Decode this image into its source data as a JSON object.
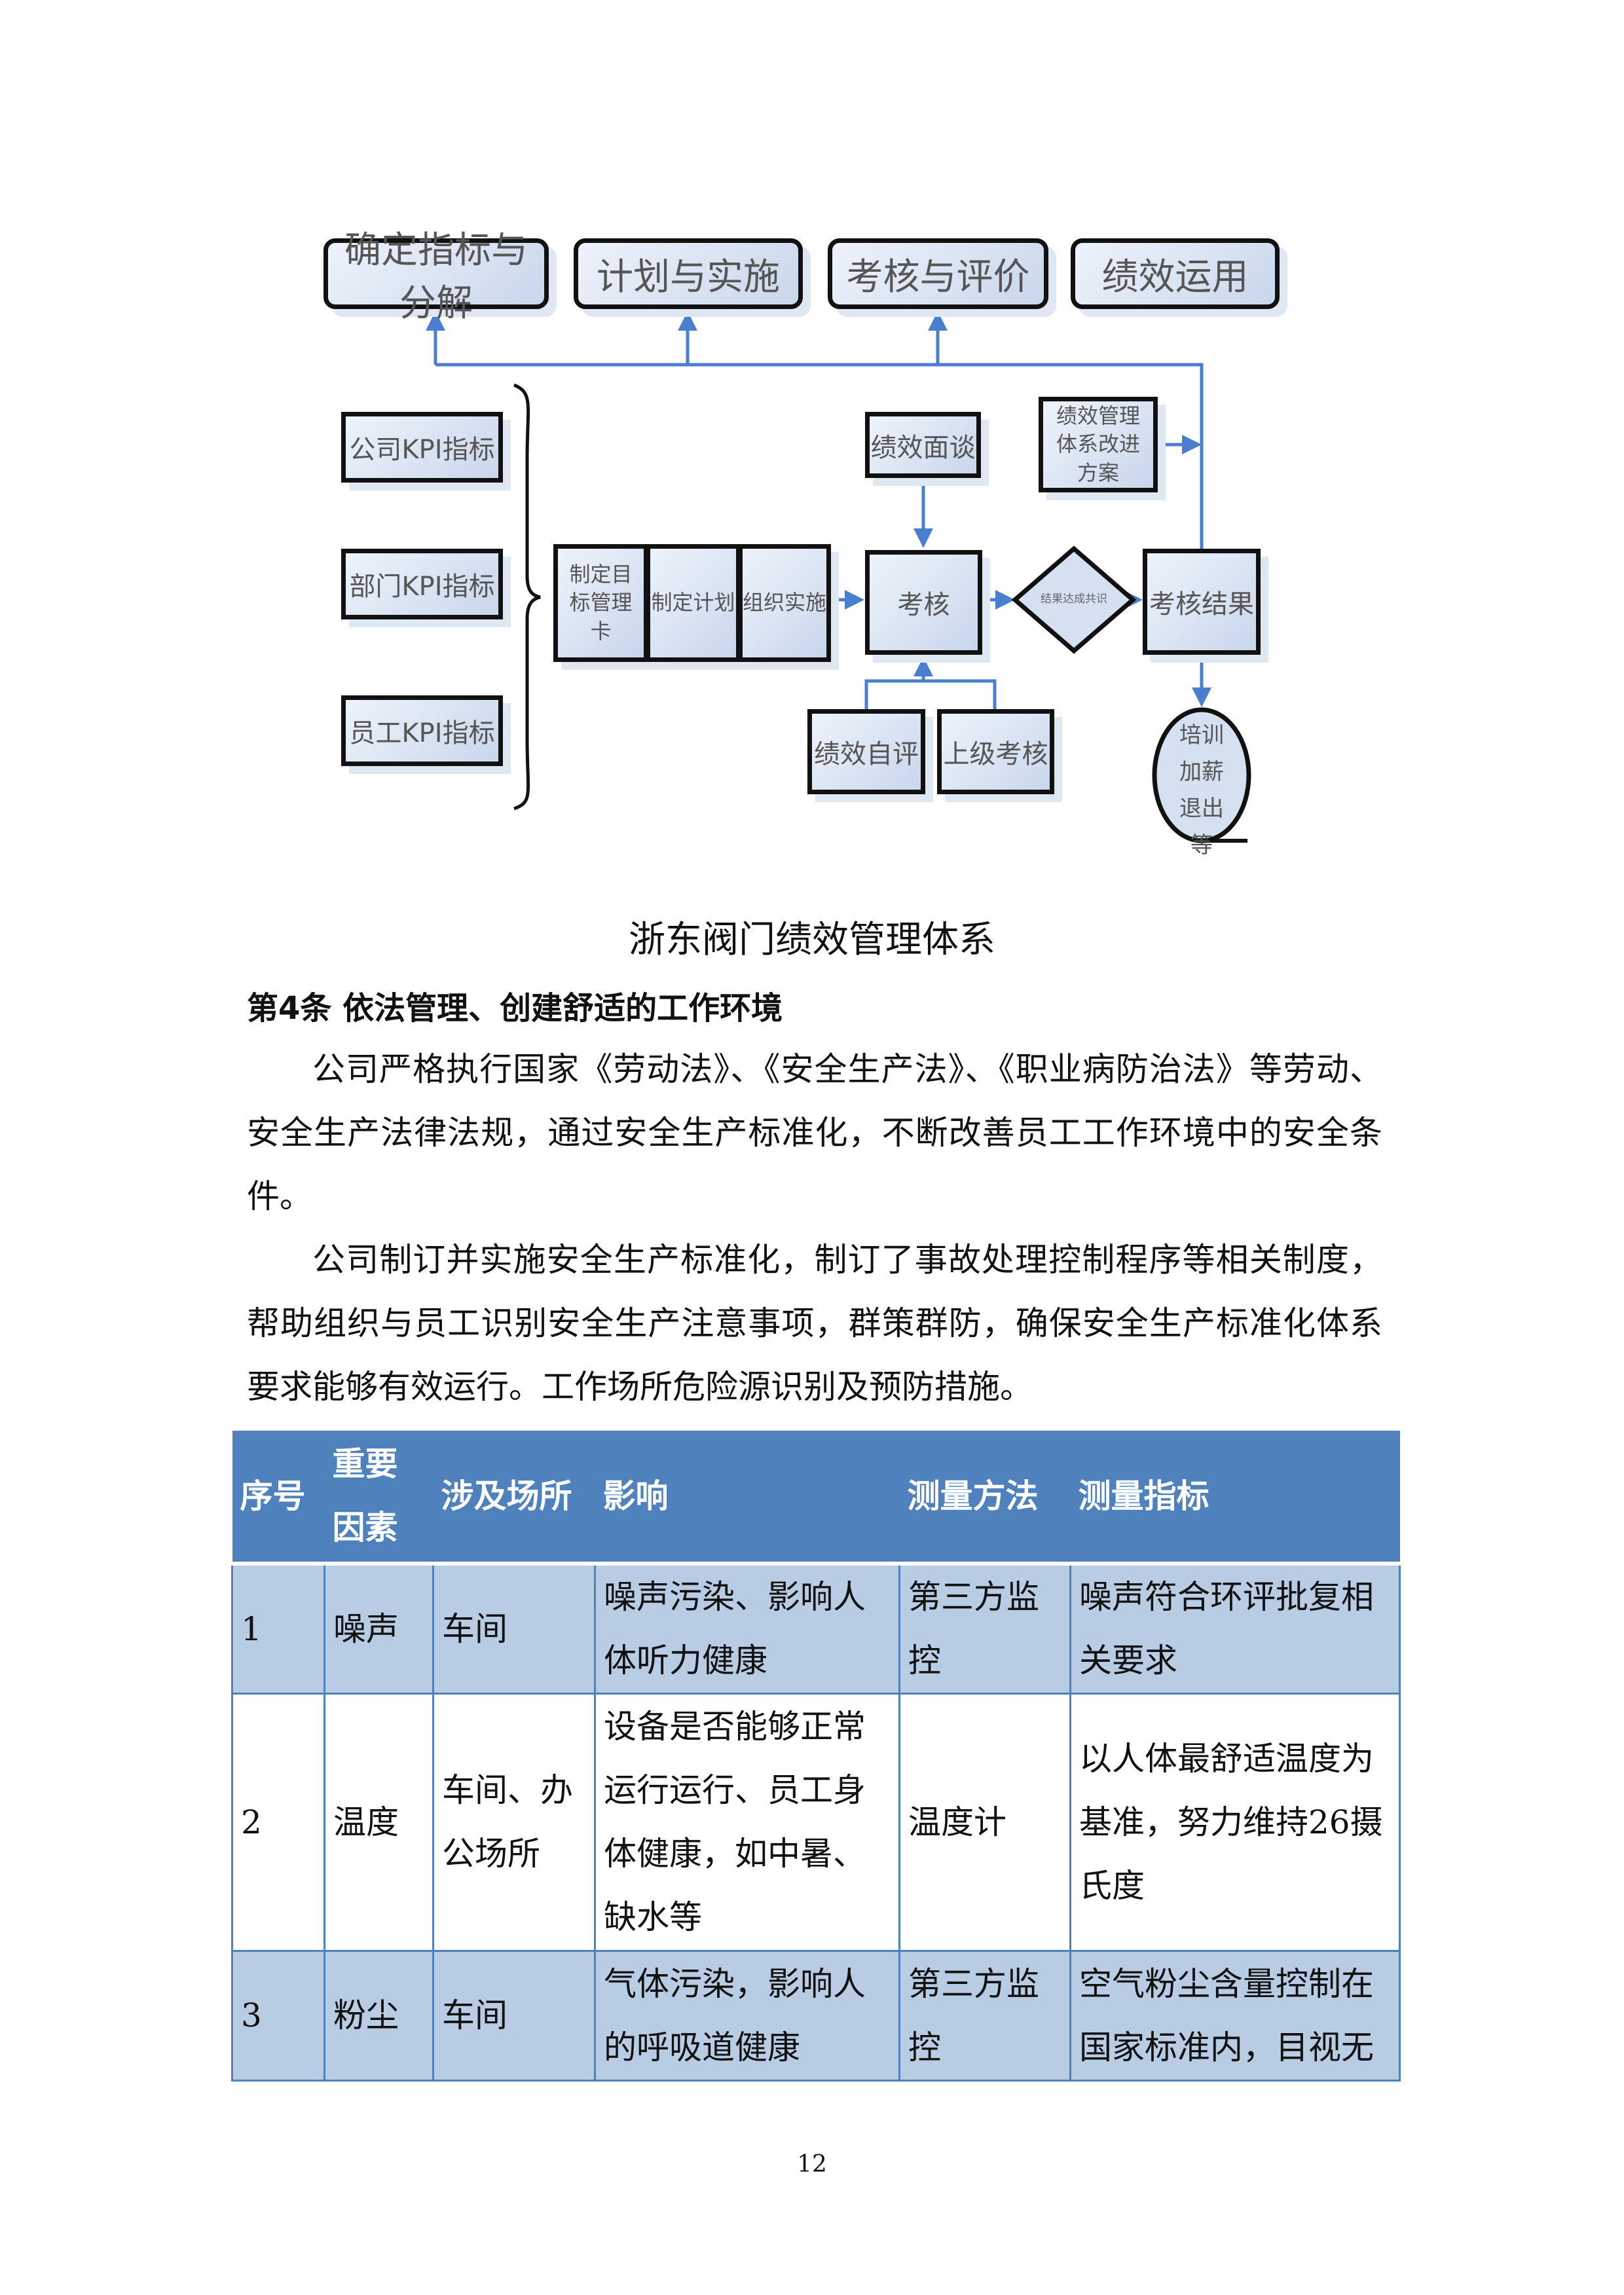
{
  "diagram": {
    "stages": [
      "确定指标与分解",
      "计划与实施",
      "考核与评价",
      "绩效运用"
    ],
    "kpi": [
      "公司KPI指标",
      "部门KPI指标",
      "员工KPI指标"
    ],
    "process": [
      "制定目标管理卡",
      "制定计划",
      "组织实施"
    ],
    "assess": "考核",
    "interview": "绩效面谈",
    "improve": "绩效管理体系改进方案",
    "consensus": "结果达成共识",
    "result": "考核结果",
    "self_eval": "绩效自评",
    "superior_eval": "上级考核",
    "apply": "培训加薪退出等",
    "accent": "#4a7fd0"
  },
  "caption": "浙东阀门绩效管理体系",
  "heading": "第4条  依法管理、创建舒适的工作环境",
  "paragraphs": [
    "公司严格执行国家《劳动法》、《安全生产法》、《职业病防治法》等劳动、安全生产法律法规，通过安全生产标准化，不断改善员工工作环境中的安全条件。",
    "公司制订并实施安全生产标准化，制订了事故处理控制程序等相关制度，帮助组织与员工识别安全生产注意事项，群策群防，确保安全生产标准化体系要求能够有效运行。工作场所危险源识别及预防措施。"
  ],
  "table": {
    "headers": [
      "序号",
      "重要因素",
      "涉及场所",
      "影响",
      "测量方法",
      "测量指标"
    ],
    "rows": [
      [
        "1",
        "噪声",
        "车间",
        "噪声污染、影响人体听力健康",
        "第三方监控",
        "噪声符合环评批复相关要求"
      ],
      [
        "2",
        "温度",
        "车间、办公场所",
        "设备是否能够正常运行运行、员工身体健康，如中暑、缺水等",
        "温度计",
        "以人体最舒适温度为基准，努力维持26摄氏度"
      ],
      [
        "3",
        "粉尘",
        "车间",
        "气体污染，影响人的呼吸道健康",
        "第三方监控",
        "空气粉尘含量控制在国家标准内，目视无"
      ]
    ]
  },
  "page_number": "12"
}
